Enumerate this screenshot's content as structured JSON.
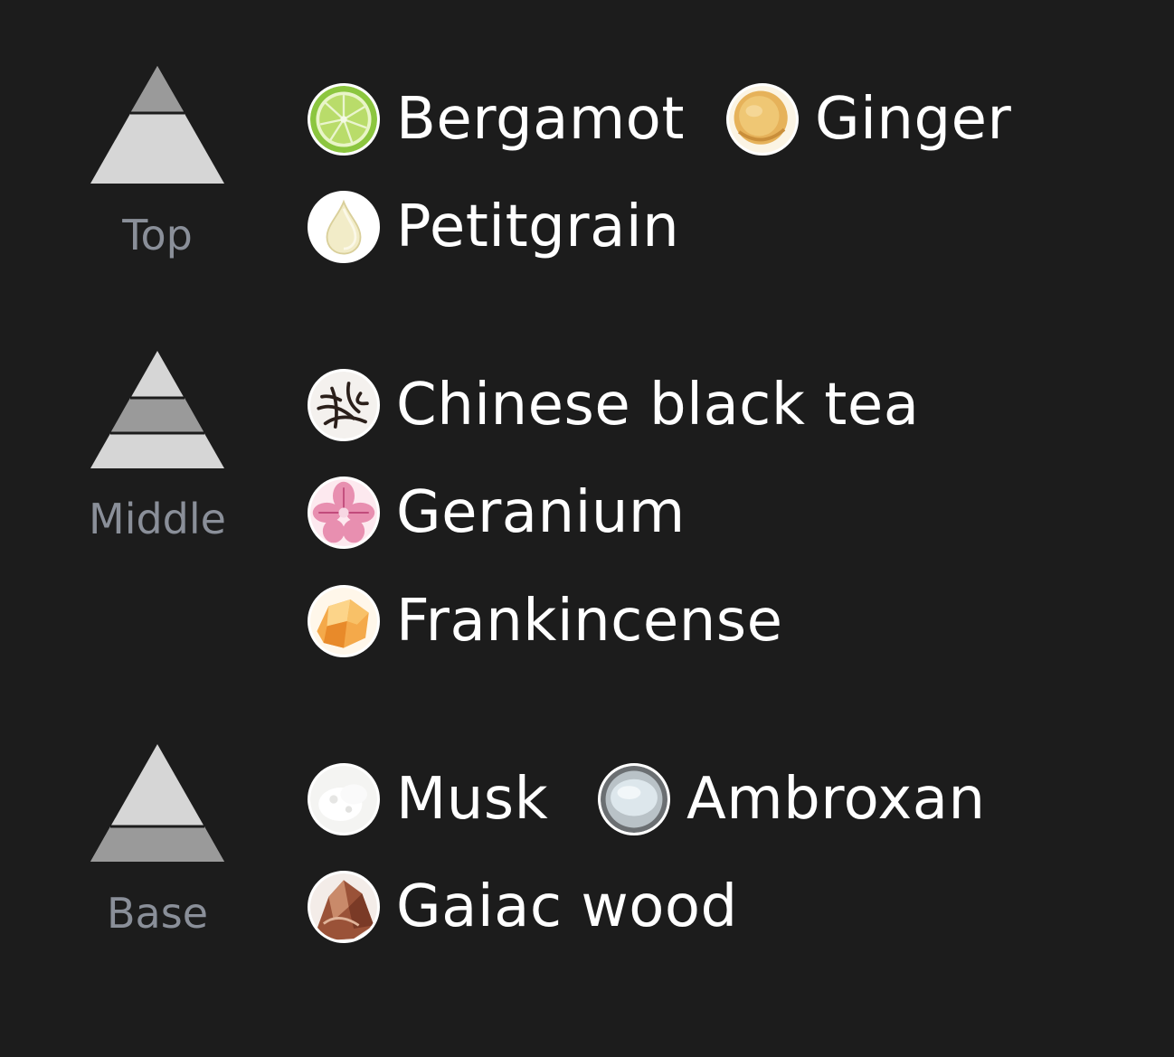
{
  "colors": {
    "background": "#1c1c1c",
    "tier_label": "#8a8f99",
    "note_label": "#ffffff",
    "pyramid_light": "#d6d6d6",
    "pyramid_dark": "#9a9a9a"
  },
  "tiers": {
    "top": {
      "label": "Top",
      "highlighted_band": "top",
      "notes": [
        {
          "name": "Bergamot",
          "icon": "bergamot-icon"
        },
        {
          "name": "Ginger",
          "icon": "ginger-icon"
        },
        {
          "name": "Petitgrain",
          "icon": "petitgrain-icon"
        }
      ]
    },
    "middle": {
      "label": "Middle",
      "highlighted_band": "middle",
      "notes": [
        {
          "name": "Chinese black tea",
          "icon": "black-tea-icon"
        },
        {
          "name": "Geranium",
          "icon": "geranium-icon"
        },
        {
          "name": "Frankincense",
          "icon": "frankincense-icon"
        }
      ]
    },
    "base": {
      "label": "Base",
      "highlighted_band": "base",
      "notes": [
        {
          "name": "Musk",
          "icon": "musk-icon"
        },
        {
          "name": "Ambroxan",
          "icon": "ambroxan-icon"
        },
        {
          "name": "Gaiac wood",
          "icon": "gaiac-wood-icon"
        }
      ]
    }
  }
}
